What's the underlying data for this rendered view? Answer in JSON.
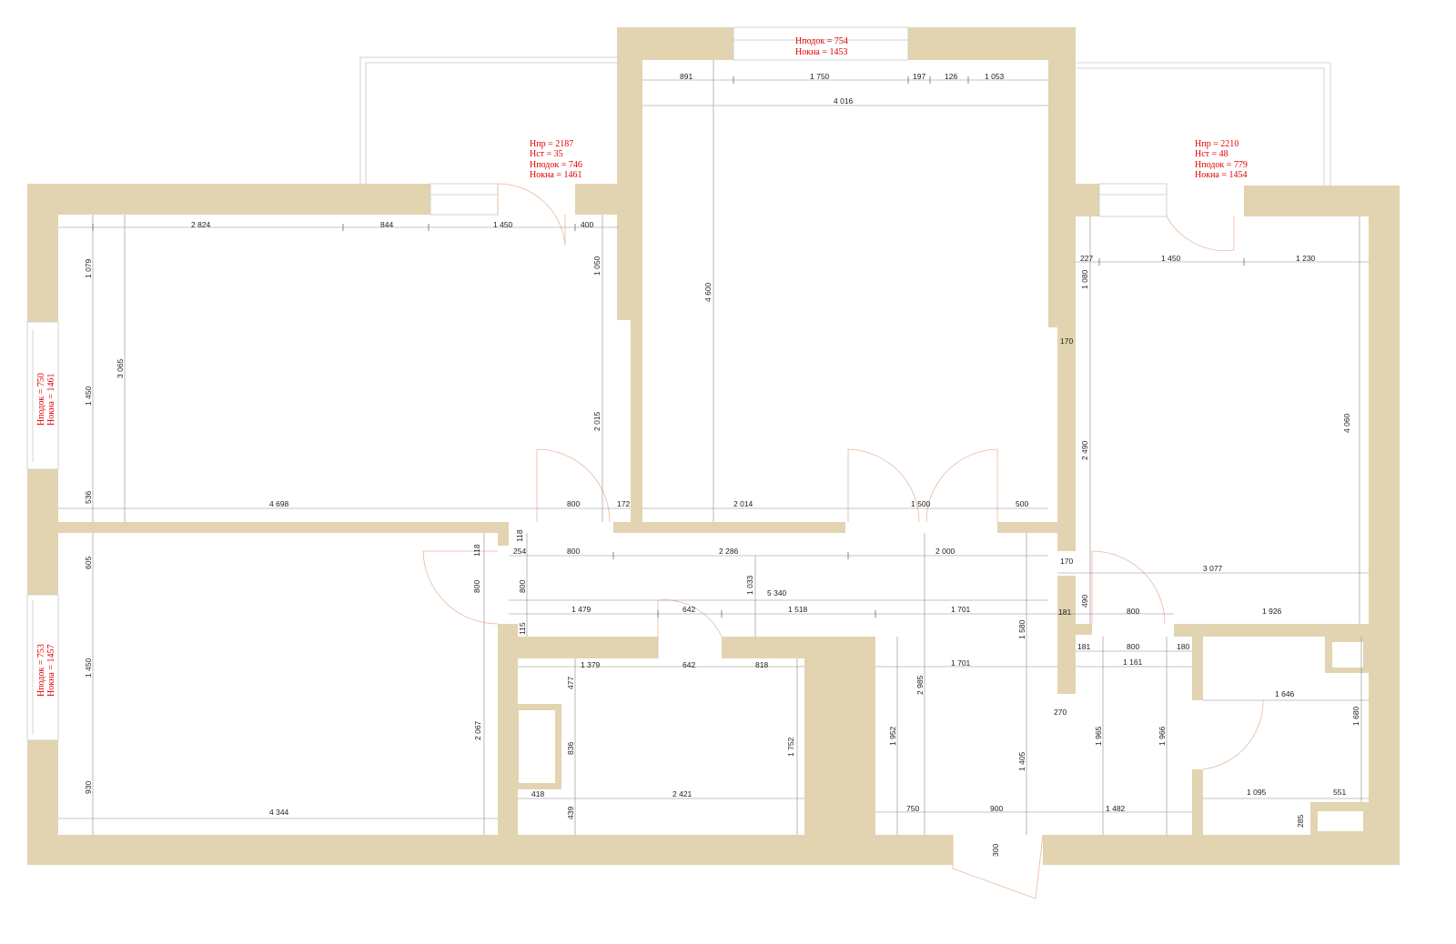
{
  "notes": {
    "top_window": [
      "Hподок = 754",
      "Hокна = 1453"
    ],
    "left_room_window": [
      "Hпр = 2187",
      "Hст = 35",
      "Hподок = 746",
      "Hокна = 1461"
    ],
    "right_room_window": [
      "Hпр = 2210",
      "Hст = 48",
      "Hподок = 779",
      "Hокна = 1454"
    ],
    "west_upper_window": [
      "Hподок = 750",
      "Hокна = 1461"
    ],
    "west_lower_window": [
      "Hподок = 753",
      "Hокна = 1457"
    ]
  },
  "dims": {
    "top_891": "891",
    "top_1750": "1 750",
    "top_197": "197",
    "top_126": "126",
    "top_1053": "1 053",
    "top_4016": "4 016",
    "v_4600": "4 600",
    "lr_2824": "2 824",
    "lr_844": "844",
    "lr_1450": "1 450",
    "lr_400": "400",
    "lr_1079": "1 079",
    "lr_1450v": "1 450",
    "lr_536": "536",
    "lr_3065": "3 065",
    "lr_1050": "1 050",
    "lr_2015": "2 015",
    "lr_4698": "4 698",
    "lr_800": "800",
    "lr_172": "172",
    "c_2014": "2 014",
    "c_1500": "1 500",
    "c_500": "500",
    "rr_227": "227",
    "rr_1450": "1 450",
    "rr_1230": "1 230",
    "rr_1080": "1 080",
    "rr_170a": "170",
    "rr_2490": "2 490",
    "rr_4060": "4 060",
    "rr_170b": "170",
    "rr_3077": "3 077",
    "h_118a": "118",
    "h_118b": "118",
    "h_254": "254",
    "h_800a": "800",
    "h_2286": "2 286",
    "h_2000": "2 000",
    "h_800v": "800",
    "h_800v2": "800",
    "h_1033": "1 033",
    "h_5340": "5 340",
    "h_1479": "1 479",
    "h_642a": "642",
    "h_1518": "1 518",
    "h_1701a": "1 701",
    "h_181a": "181",
    "h_490": "490",
    "h_800b": "800",
    "h_1926": "1 926",
    "h_115": "115",
    "h_1580": "1 580",
    "h_181b": "181",
    "h_800c": "800",
    "h_180": "180",
    "h_1161": "1 161",
    "k_1379": "1 379",
    "k_642": "642",
    "k_818": "818",
    "k_477": "477",
    "k_836": "836",
    "k_1752": "1 752",
    "k_418": "418",
    "k_2421": "2 421",
    "k_439": "439",
    "ll_605": "605",
    "ll_1450": "1 450",
    "ll_930": "930",
    "ll_2067": "2 067",
    "ll_4344": "4 344",
    "b_1701": "1 701",
    "b_2985": "2 985",
    "b_1952": "1 952",
    "b_270": "270",
    "b_1405": "1 405",
    "b_1965": "1 965",
    "b_1966": "1 966",
    "b_750": "750",
    "b_900": "900",
    "b_1482": "1 482",
    "b_300": "300",
    "ba_1646": "1 646",
    "ba_1680": "1 680",
    "ba_1095": "1 095",
    "ba_551": "551",
    "ba_285": "285"
  }
}
